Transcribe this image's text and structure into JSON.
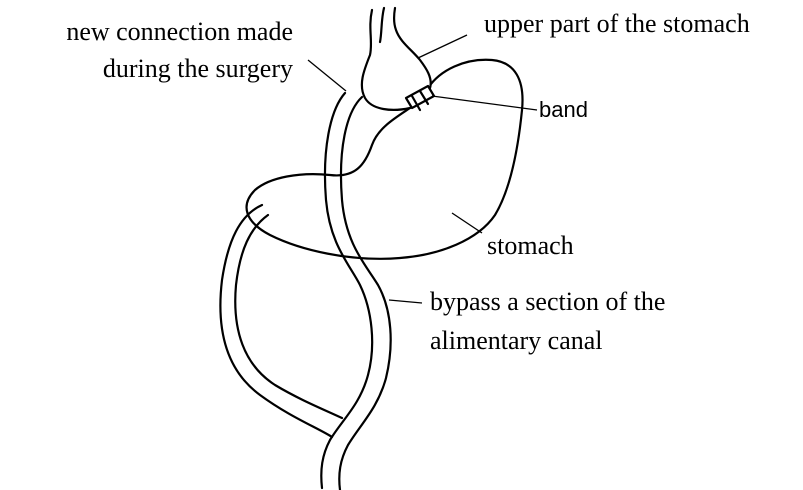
{
  "labels": {
    "new_connection_line1": "new connection made",
    "new_connection_line2": "during the surgery",
    "upper_stomach": "upper part of the stomach",
    "band": "band",
    "stomach": "stomach",
    "bypass_line1": "bypass a section of the",
    "bypass_line2": "alimentary canal"
  }
}
